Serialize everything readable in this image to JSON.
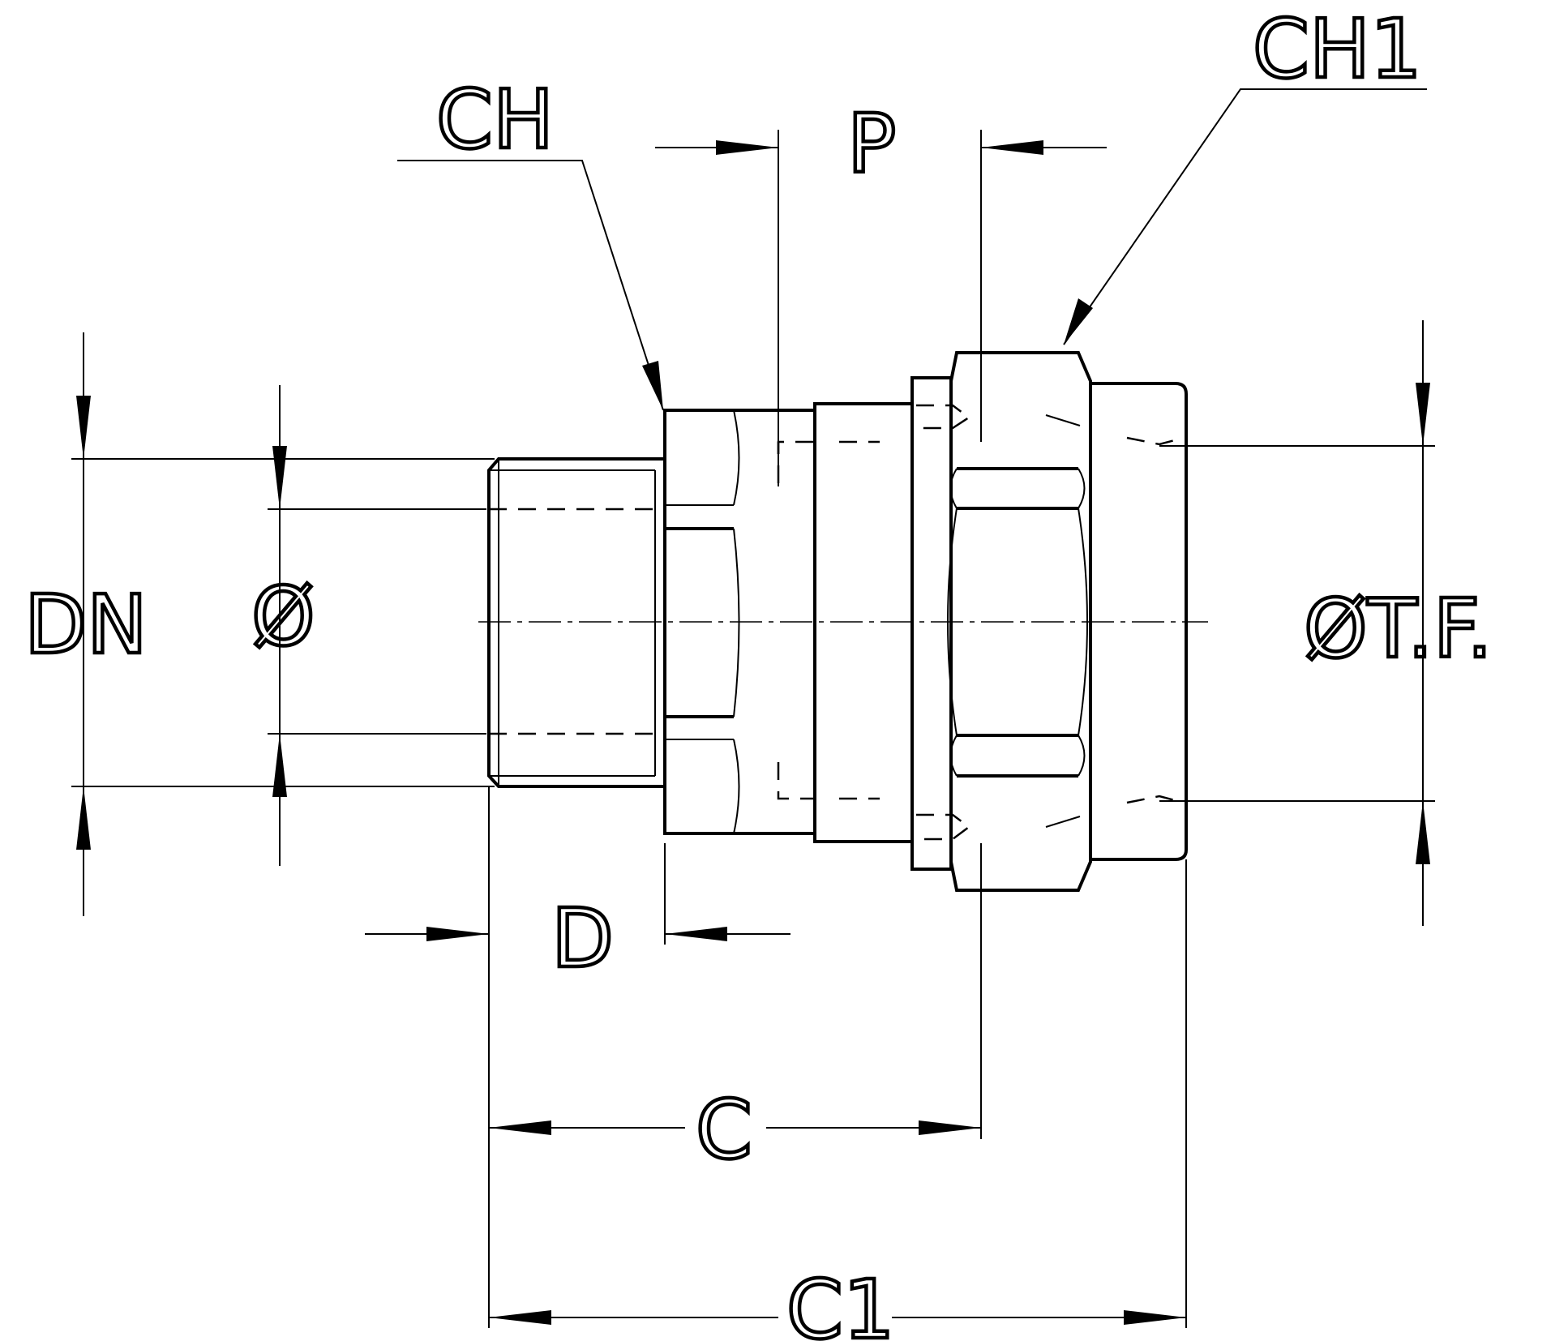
{
  "labels": {
    "ch": "CH",
    "ch1": "CH1",
    "p": "P",
    "dn": "DN",
    "diameter": "Ø",
    "tf": "ØT.F.",
    "d": "D",
    "c": "C",
    "c1": "C1"
  }
}
